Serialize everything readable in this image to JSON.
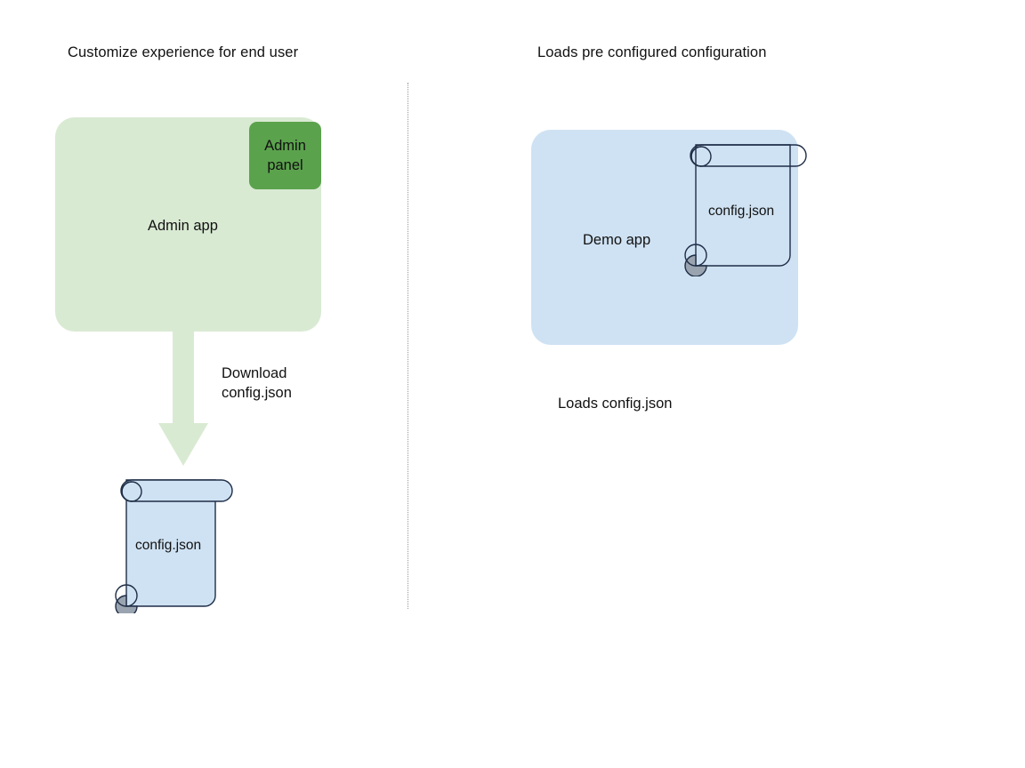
{
  "diagram": {
    "background": "#ffffff",
    "columns": [
      {
        "id": "left",
        "title": "Customize experience for end user",
        "app": {
          "label": "Admin app",
          "fill": "#d9ead3"
        },
        "nested_panel": {
          "label": "Admin\npanel",
          "fill": "#5ba24d"
        },
        "arrow": {
          "label": "Download\nconfig.json",
          "fill": "#d9ead3",
          "direction": "down"
        },
        "document": {
          "label": "config.json",
          "fill": "#cfe2f3",
          "stroke": "#1f2d46",
          "curl_fill": "#9aa4b0"
        }
      },
      {
        "id": "right",
        "title": "Loads pre configured configuration",
        "app": {
          "label": "Demo app",
          "fill": "#cfe2f3"
        },
        "document": {
          "label": "config.json",
          "fill": "transparent",
          "stroke": "#1f2d46",
          "curl_fill": "#9aa4b0"
        },
        "caption": "Loads config.json"
      }
    ],
    "divider": {
      "style": "dotted",
      "color": "#9a9a9a"
    },
    "icons": {
      "document": "scroll-document-icon",
      "arrow": "down-block-arrow-icon"
    }
  }
}
